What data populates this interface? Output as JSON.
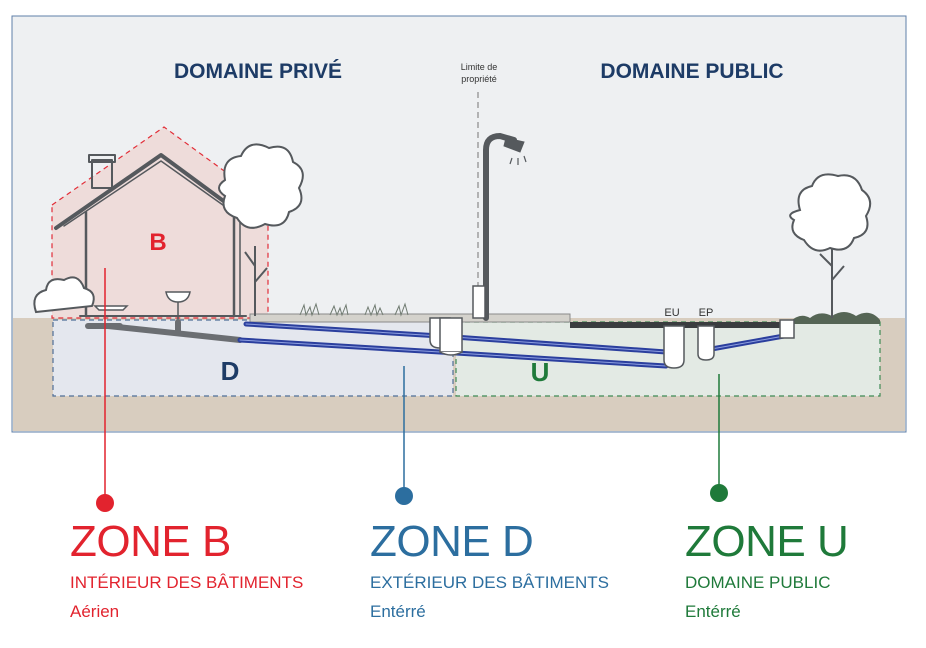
{
  "labels": {
    "domaine_prive": "DOMAINE PRIVÉ",
    "domaine_public": "DOMAINE PUBLIC",
    "limite_line1": "Limite de",
    "limite_line2": "propriété",
    "zone_letter_b": "B",
    "zone_letter_d": "D",
    "zone_letter_u": "U",
    "pipe_eu": "EU",
    "pipe_ep": "EP"
  },
  "legend": {
    "b": {
      "title": "ZONE B",
      "description": "INTÉRIEUR DES BÂTIMENTS",
      "type": "Aérien"
    },
    "d": {
      "title": "ZONE D",
      "description": "EXTÉRIEUR DES BÂTIMENTS",
      "type": "Entérré"
    },
    "u": {
      "title": "ZONE U",
      "description": "DOMAINE PUBLIC",
      "type": "Entérré"
    }
  },
  "colors": {
    "zone_b": "#e2232e",
    "zone_d": "#2c6e9f",
    "zone_u": "#1f7a3a",
    "title_navy": "#1d3b66",
    "pipe_blue": "#2b3f9e",
    "ground": "#d8cdbf",
    "frame": "#5f7fa8"
  }
}
